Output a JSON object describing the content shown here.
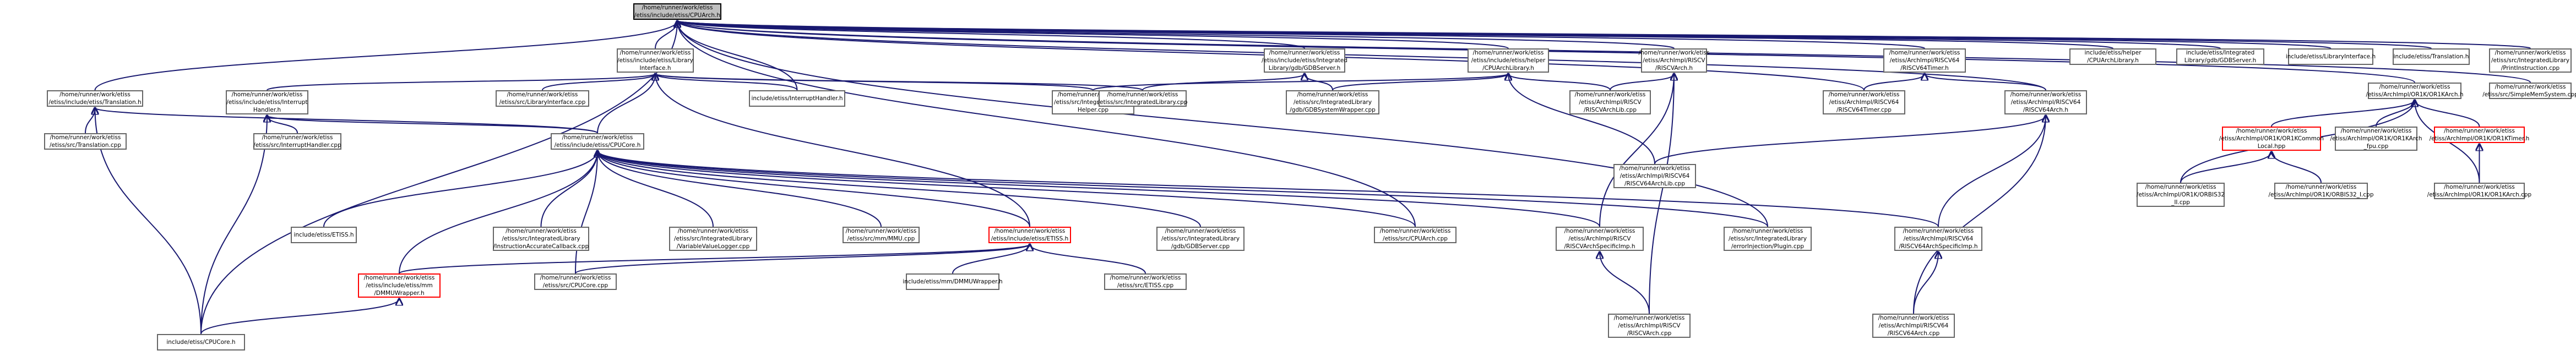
{
  "graph": {
    "edge_color": "#191970",
    "node_border": "#666666",
    "incomplete_border": "#ff0000",
    "root_fill": "#bfbfbf",
    "nodes": [
      {
        "id": "root",
        "lines": [
          "/home/runner/work/etiss",
          "/etiss/include/etiss/CPUArch.h"
        ],
        "root": true
      },
      {
        "id": "lib_h",
        "lines": [
          "/home/runner/work/etiss",
          "/etiss/include/etiss/Library",
          "Interface.h"
        ]
      },
      {
        "id": "intlib_h",
        "lines": [
          "/home/runner/work/etiss",
          "/etiss/include/etiss/Integrated",
          "Library/gdb/GDBServer.h"
        ]
      },
      {
        "id": "helper_h",
        "lines": [
          "/home/runner/work/etiss",
          "/etiss/include/etiss/helper",
          "/CPUArchLibrary.h"
        ]
      },
      {
        "id": "riscv_h",
        "lines": [
          "/home/runner/work/etiss",
          "/etiss/ArchImpl/RISCV",
          "/RISCVArch.h"
        ]
      },
      {
        "id": "riscv64timer_h",
        "lines": [
          "/home/runner/work/etiss",
          "/etiss/ArchImpl/RISCV64",
          "/RISCV64Timer.h"
        ]
      },
      {
        "id": "helperlib_h",
        "lines": [
          "include/etiss/helper",
          "/CPUArchLibrary.h"
        ]
      },
      {
        "id": "gdbserver_h",
        "lines": [
          "include/etiss/Integrated",
          "Library/gdb/GDBServer.h"
        ]
      },
      {
        "id": "libiface_h",
        "lines": [
          "include/etiss/LibraryInterface.h"
        ]
      },
      {
        "id": "translation_h2",
        "lines": [
          "include/etiss/Translation.h"
        ]
      },
      {
        "id": "print_cpp",
        "lines": [
          "/home/runner/work/etiss",
          "/etiss/src/IntegratedLibrary",
          "/PrintInstruction.cpp"
        ]
      },
      {
        "id": "simplemem_cpp",
        "lines": [
          "/home/runner/work/etiss",
          "/etiss/src/SimpleMemSystem.cpp"
        ]
      },
      {
        "id": "or1k_h",
        "lines": [
          "/home/runner/work/etiss",
          "/etiss/ArchImpl/OR1K/OR1KArch.h"
        ]
      },
      {
        "id": "translation_h",
        "lines": [
          "/home/runner/work/etiss",
          "/etiss/include/etiss/Translation.h"
        ]
      },
      {
        "id": "interrupt_h",
        "lines": [
          "/home/runner/work/etiss",
          "/etiss/include/etiss/Interrupt",
          "Handler.h"
        ]
      },
      {
        "id": "libiface_cpp",
        "lines": [
          "/home/runner/work/etiss",
          "/etiss/src/LibraryInterface.cpp"
        ]
      },
      {
        "id": "interrupthandler_h",
        "lines": [
          "include/etiss/InterruptHandler.h"
        ]
      },
      {
        "id": "helper_cpp",
        "lines": [
          "/home/runner/work/etiss",
          "/etiss/src/IntegratedLibrary",
          "Helper.cpp"
        ]
      },
      {
        "id": "intlib_cpp",
        "lines": [
          "/home/runner/work/etiss",
          "/etiss/src/IntegratedLibrary.cpp"
        ]
      },
      {
        "id": "gdbsys_cpp",
        "lines": [
          "/home/runner/work/etiss",
          "/etiss/src/IntegratedLibrary",
          "/gdb/GDBSystemWrapper.cpp"
        ]
      },
      {
        "id": "riscvlib_cpp",
        "lines": [
          "/home/runner/work/etiss",
          "/etiss/ArchImpl/RISCV",
          "/RISCVArchLib.cpp"
        ]
      },
      {
        "id": "riscv64timer_cpp",
        "lines": [
          "/home/runner/work/etiss",
          "/etiss/ArchImpl/RISCV64",
          "/RISCV64Timer.cpp"
        ]
      },
      {
        "id": "riscv64_h",
        "lines": [
          "/home/runner/work/etiss",
          "/etiss/ArchImpl/RISCV64",
          "/RISCV64Arch.h"
        ]
      },
      {
        "id": "or1kcommon_h",
        "lines": [
          "/home/runner/work/etiss",
          "/etiss/ArchImpl/OR1K/OR1KCommon",
          "Local.hpp"
        ],
        "red": true
      },
      {
        "id": "or1kfpu_cpp",
        "lines": [
          "/home/runner/work/etiss",
          "/etiss/ArchImpl/OR1K/OR1KArch",
          "_fpu.cpp"
        ]
      },
      {
        "id": "or1ktimer_h",
        "lines": [
          "/home/runner/work/etiss",
          "/etiss/ArchImpl/OR1K/OR1KTimer.h"
        ],
        "red": true
      },
      {
        "id": "translation_cpp",
        "lines": [
          "/home/runner/work/etiss",
          "/etiss/src/Translation.cpp"
        ]
      },
      {
        "id": "interrupthandler_cpp",
        "lines": [
          "/home/runner/work/etiss",
          "/etiss/src/InterruptHandler.cpp"
        ]
      },
      {
        "id": "cpucore_h",
        "lines": [
          "/home/runner/work/etiss",
          "/etiss/include/etiss/CPUCore.h"
        ]
      },
      {
        "id": "riscv64lib_cpp",
        "lines": [
          "/home/runner/work/etiss",
          "/etiss/ArchImpl/RISCV64",
          "/RISCV64ArchLib.cpp"
        ]
      },
      {
        "id": "or1kibs32_cpp",
        "lines": [
          "/home/runner/work/etiss",
          "/etiss/ArchImpl/OR1K/ORBIS32",
          "_II.cpp"
        ]
      },
      {
        "id": "or1kibs32i_cpp",
        "lines": [
          "/home/runner/work/etiss",
          "/etiss/ArchImpl/OR1K/ORBIS32_I.cpp"
        ]
      },
      {
        "id": "or1karch_cpp",
        "lines": [
          "/home/runner/work/etiss",
          "/etiss/ArchImpl/OR1K/OR1KArch.cpp"
        ]
      },
      {
        "id": "etiss_h2",
        "lines": [
          "include/etiss/ETISS.h"
        ]
      },
      {
        "id": "iaccb_cpp",
        "lines": [
          "/home/runner/work/etiss",
          "/etiss/src/IntegratedLibrary",
          "/InstructionAccurateCallback.cpp"
        ]
      },
      {
        "id": "vvl_cpp",
        "lines": [
          "/home/runner/work/etiss",
          "/etiss/src/IntegratedLibrary",
          "/VariableValueLogger.cpp"
        ]
      },
      {
        "id": "mmu_cpp",
        "lines": [
          "/home/runner/work/etiss",
          "/etiss/src/mm/MMU.cpp"
        ]
      },
      {
        "id": "etiss_h",
        "lines": [
          "/home/runner/work/etiss",
          "/etiss/include/etiss/ETISS.h"
        ],
        "red": true
      },
      {
        "id": "gdbserver_cpp",
        "lines": [
          "/home/runner/work/etiss",
          "/etiss/src/IntegratedLibrary",
          "/gdb/GDBServer.cpp"
        ]
      },
      {
        "id": "cpuarch_cpp",
        "lines": [
          "/home/runner/work/etiss",
          "/etiss/src/CPUArch.cpp"
        ]
      },
      {
        "id": "riscvspec_cpp",
        "lines": [
          "/home/runner/work/etiss",
          "/etiss/ArchImpl/RISCV",
          "/RISCVArchSpecificImp.h"
        ]
      },
      {
        "id": "errinj_cpp",
        "lines": [
          "/home/runner/work/etiss",
          "/etiss/src/IntegratedLibrary",
          "/errorInjection/Plugin.cpp"
        ]
      },
      {
        "id": "riscv64spec_h",
        "lines": [
          "/home/runner/work/etiss",
          "/etiss/ArchImpl/RISCV64",
          "/RISCV64ArchSpecificImp.h"
        ]
      },
      {
        "id": "dmmu_h",
        "lines": [
          "/home/runner/work/etiss",
          "/etiss/include/etiss/mm",
          "/DMMUWrapper.h"
        ],
        "red": true
      },
      {
        "id": "cpucore_cpp",
        "lines": [
          "/home/runner/work/etiss",
          "/etiss/src/CPUCore.cpp"
        ]
      },
      {
        "id": "dmmu_h2",
        "lines": [
          "include/etiss/mm/DMMUWrapper.h"
        ]
      },
      {
        "id": "etiss_cpp",
        "lines": [
          "/home/runner/work/etiss",
          "/etiss/src/ETISS.cpp"
        ]
      },
      {
        "id": "riscv_cpp",
        "lines": [
          "/home/runner/work/etiss",
          "/etiss/ArchImpl/RISCV",
          "/RISCVArch.cpp"
        ]
      },
      {
        "id": "riscv64_cpp",
        "lines": [
          "/home/runner/work/etiss",
          "/etiss/ArchImpl/RISCV64",
          "/RISCV64Arch.cpp"
        ]
      },
      {
        "id": "cpucore_h2",
        "lines": [
          "include/etiss/CPUCore.h"
        ]
      }
    ],
    "edges": [
      [
        "lib_h",
        "root"
      ],
      [
        "intlib_h",
        "root"
      ],
      [
        "helper_h",
        "root"
      ],
      [
        "riscv_h",
        "root"
      ],
      [
        "riscv64timer_h",
        "root"
      ],
      [
        "helperlib_h",
        "root"
      ],
      [
        "gdbserver_h",
        "root"
      ],
      [
        "libiface_h",
        "root"
      ],
      [
        "translation_h2",
        "root"
      ],
      [
        "print_cpp",
        "root"
      ],
      [
        "simplemem_cpp",
        "root"
      ],
      [
        "or1k_h",
        "root"
      ],
      [
        "translation_h",
        "root"
      ],
      [
        "interrupthandler_h",
        "root"
      ],
      [
        "riscv64_h",
        "root"
      ],
      [
        "cpuarch_cpp",
        "root"
      ],
      [
        "errinj_cpp",
        "root"
      ],
      [
        "riscv64timer_cpp",
        "root"
      ],
      [
        "cpucore_h2",
        "root"
      ],
      [
        "interrupt_h",
        "lib_h"
      ],
      [
        "libiface_cpp",
        "lib_h"
      ],
      [
        "interrupthandler_h",
        "lib_h"
      ],
      [
        "helper_cpp",
        "lib_h"
      ],
      [
        "intlib_cpp",
        "lib_h"
      ],
      [
        "cpucore_h",
        "lib_h"
      ],
      [
        "etiss_h",
        "lib_h"
      ],
      [
        "intlib_cpp",
        "intlib_h"
      ],
      [
        "gdbsys_cpp",
        "intlib_h"
      ],
      [
        "gdbsys_cpp",
        "helper_h"
      ],
      [
        "riscvlib_cpp",
        "helper_h"
      ],
      [
        "riscv64lib_cpp",
        "helper_h"
      ],
      [
        "helper_cpp",
        "helper_h"
      ],
      [
        "riscvlib_cpp",
        "riscv_h"
      ],
      [
        "riscvspec_cpp",
        "riscv_h"
      ],
      [
        "riscv_cpp",
        "riscv_h"
      ],
      [
        "riscv64timer_cpp",
        "riscv64timer_h"
      ],
      [
        "riscv64_h",
        "riscv64timer_h"
      ],
      [
        "or1kcommon_h",
        "or1k_h"
      ],
      [
        "or1kfpu_cpp",
        "or1k_h"
      ],
      [
        "or1ktimer_h",
        "or1k_h"
      ],
      [
        "or1kibs32_cpp",
        "or1k_h"
      ],
      [
        "or1karch_cpp",
        "or1k_h"
      ],
      [
        "or1kibs32_cpp",
        "or1kcommon_h"
      ],
      [
        "or1kibs32i_cpp",
        "or1kcommon_h"
      ],
      [
        "or1karch_cpp",
        "or1ktimer_h"
      ],
      [
        "riscv64lib_cpp",
        "riscv64_h"
      ],
      [
        "riscv64spec_h",
        "riscv64_h"
      ],
      [
        "riscv64_cpp",
        "riscv64_h"
      ],
      [
        "riscv64_cpp",
        "riscv64spec_h"
      ],
      [
        "riscv_cpp",
        "riscvspec_cpp"
      ],
      [
        "translation_cpp",
        "translation_h"
      ],
      [
        "cpucore_h",
        "translation_h"
      ],
      [
        "cpucore_h2",
        "translation_h"
      ],
      [
        "interrupthandler_cpp",
        "interrupt_h"
      ],
      [
        "cpucore_h",
        "interrupt_h"
      ],
      [
        "cpucore_h2",
        "interrupt_h"
      ],
      [
        "etiss_h2",
        "cpucore_h"
      ],
      [
        "iaccb_cpp",
        "cpucore_h"
      ],
      [
        "vvl_cpp",
        "cpucore_h"
      ],
      [
        "mmu_cpp",
        "cpucore_h"
      ],
      [
        "etiss_h",
        "cpucore_h"
      ],
      [
        "gdbserver_cpp",
        "cpucore_h"
      ],
      [
        "cpuarch_cpp",
        "cpucore_h"
      ],
      [
        "riscvspec_cpp",
        "cpucore_h"
      ],
      [
        "errinj_cpp",
        "cpucore_h"
      ],
      [
        "riscv64spec_h",
        "cpucore_h"
      ],
      [
        "dmmu_h",
        "cpucore_h"
      ],
      [
        "cpucore_cpp",
        "cpucore_h"
      ],
      [
        "dmmu_h",
        "etiss_h"
      ],
      [
        "cpucore_cpp",
        "etiss_h"
      ],
      [
        "dmmu_h2",
        "etiss_h"
      ],
      [
        "etiss_cpp",
        "etiss_h"
      ],
      [
        "cpucore_h2",
        "dmmu_h"
      ]
    ]
  }
}
